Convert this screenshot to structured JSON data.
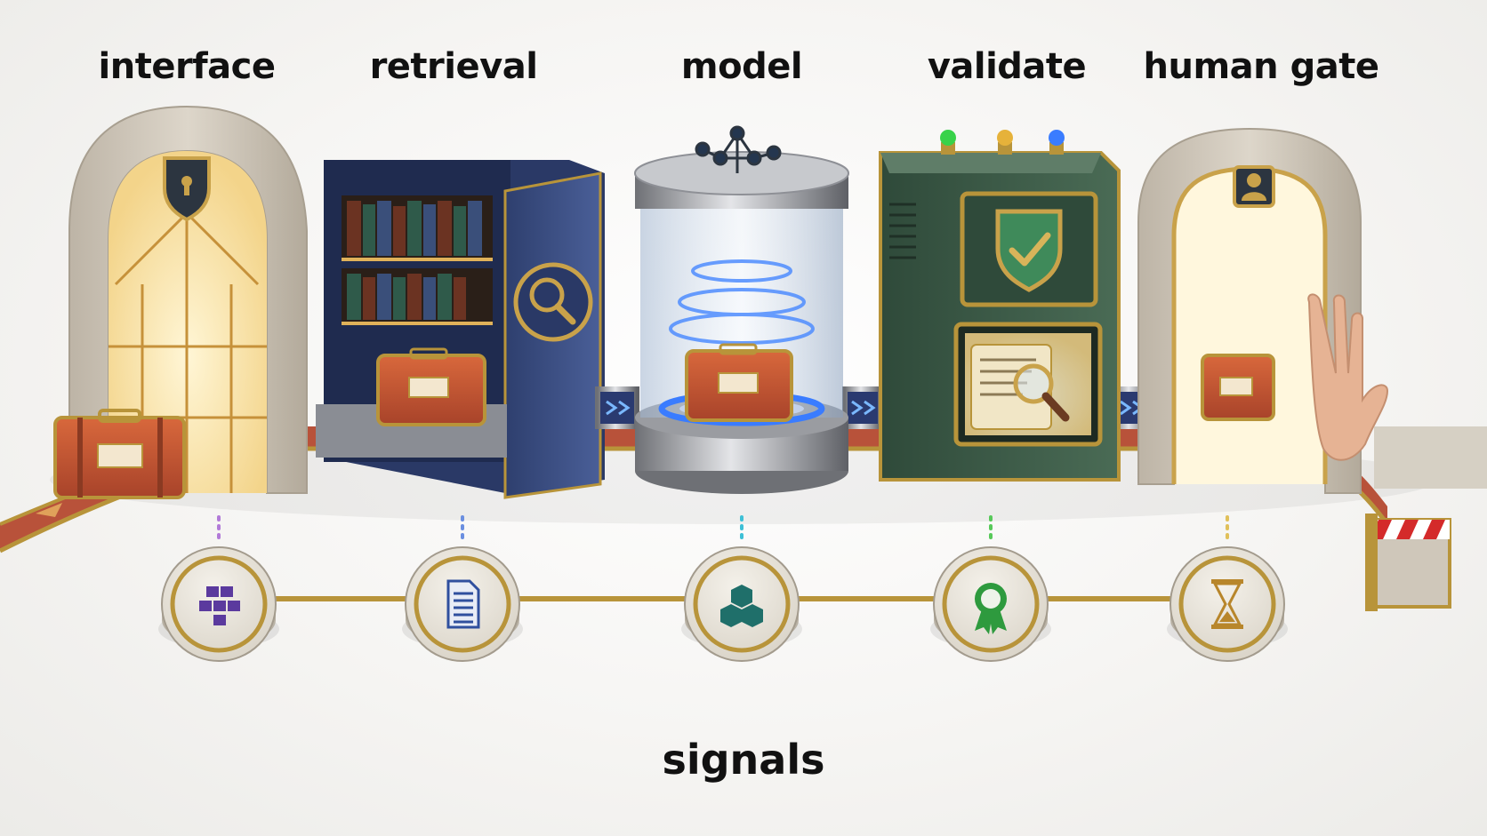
{
  "stages": [
    {
      "label": "interface",
      "icon": "keyhole-shield-icon"
    },
    {
      "label": "retrieval",
      "icon": "magnifier-icon"
    },
    {
      "label": "model",
      "icon": "node-graph-icon"
    },
    {
      "label": "validate",
      "icon": "checkmark-shield-icon"
    },
    {
      "label": "human gate",
      "icon": "person-icon"
    }
  ],
  "signals": {
    "label": "signals",
    "nodes": [
      {
        "icon": "stacked-blocks-icon",
        "color": "#5b3a9e"
      },
      {
        "icon": "document-icon",
        "color": "#2f4f9e"
      },
      {
        "icon": "cubes-icon",
        "color": "#1f6f6a"
      },
      {
        "icon": "award-ribbon-icon",
        "color": "#2e9a3e"
      },
      {
        "icon": "hourglass-icon",
        "color": "#b8862b"
      }
    ]
  },
  "colors": {
    "conveyor": "#b8523a",
    "brass": "#b8943a",
    "stone": "#cfc7ba",
    "library": "#3b4f86",
    "validator": "#3c5a46",
    "case": "#c4582f",
    "glow": "#3a7cff"
  }
}
